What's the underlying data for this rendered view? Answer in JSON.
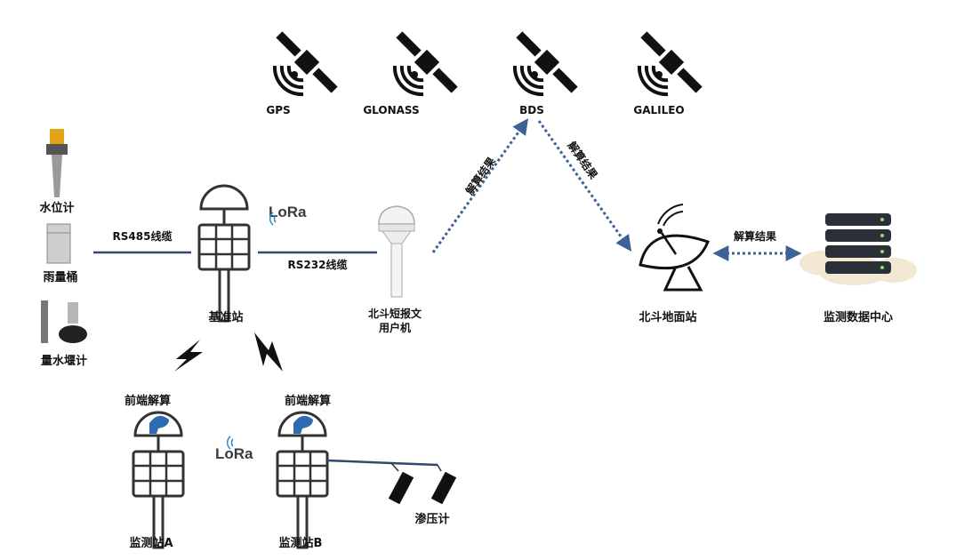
{
  "satellites": [
    {
      "name": "GPS"
    },
    {
      "name": "GLONASS"
    },
    {
      "name": "BDS"
    },
    {
      "name": "GALILEO"
    }
  ],
  "sensors": {
    "water_level": "水位计",
    "rain_gauge": "雨量桶",
    "weir_gauge": "量水堰计"
  },
  "links": {
    "rs485": "RS485线缆",
    "rs232": "RS232线缆",
    "solve_up": "解算结果",
    "solve_down": "解算结果",
    "solve_center": "解算结果"
  },
  "lora": {
    "text": "LoRa"
  },
  "nodes": {
    "base_station": "基准站",
    "beidou_terminal_line1": "北斗短报文",
    "beidou_terminal_line2": "用户机",
    "ground_station": "北斗地面站",
    "data_center": "监测数据中心",
    "station_a": "监测站A",
    "station_b": "监测站B",
    "front_end_a": "前端解算",
    "front_end_b": "前端解算",
    "piezometer": "渗压计"
  },
  "colors": {
    "cable": "#2f4a6e",
    "dotted_link": "#3f6296",
    "lora_waves": "#2a8ad0",
    "station_dome_blue": "#2e6bb0"
  }
}
